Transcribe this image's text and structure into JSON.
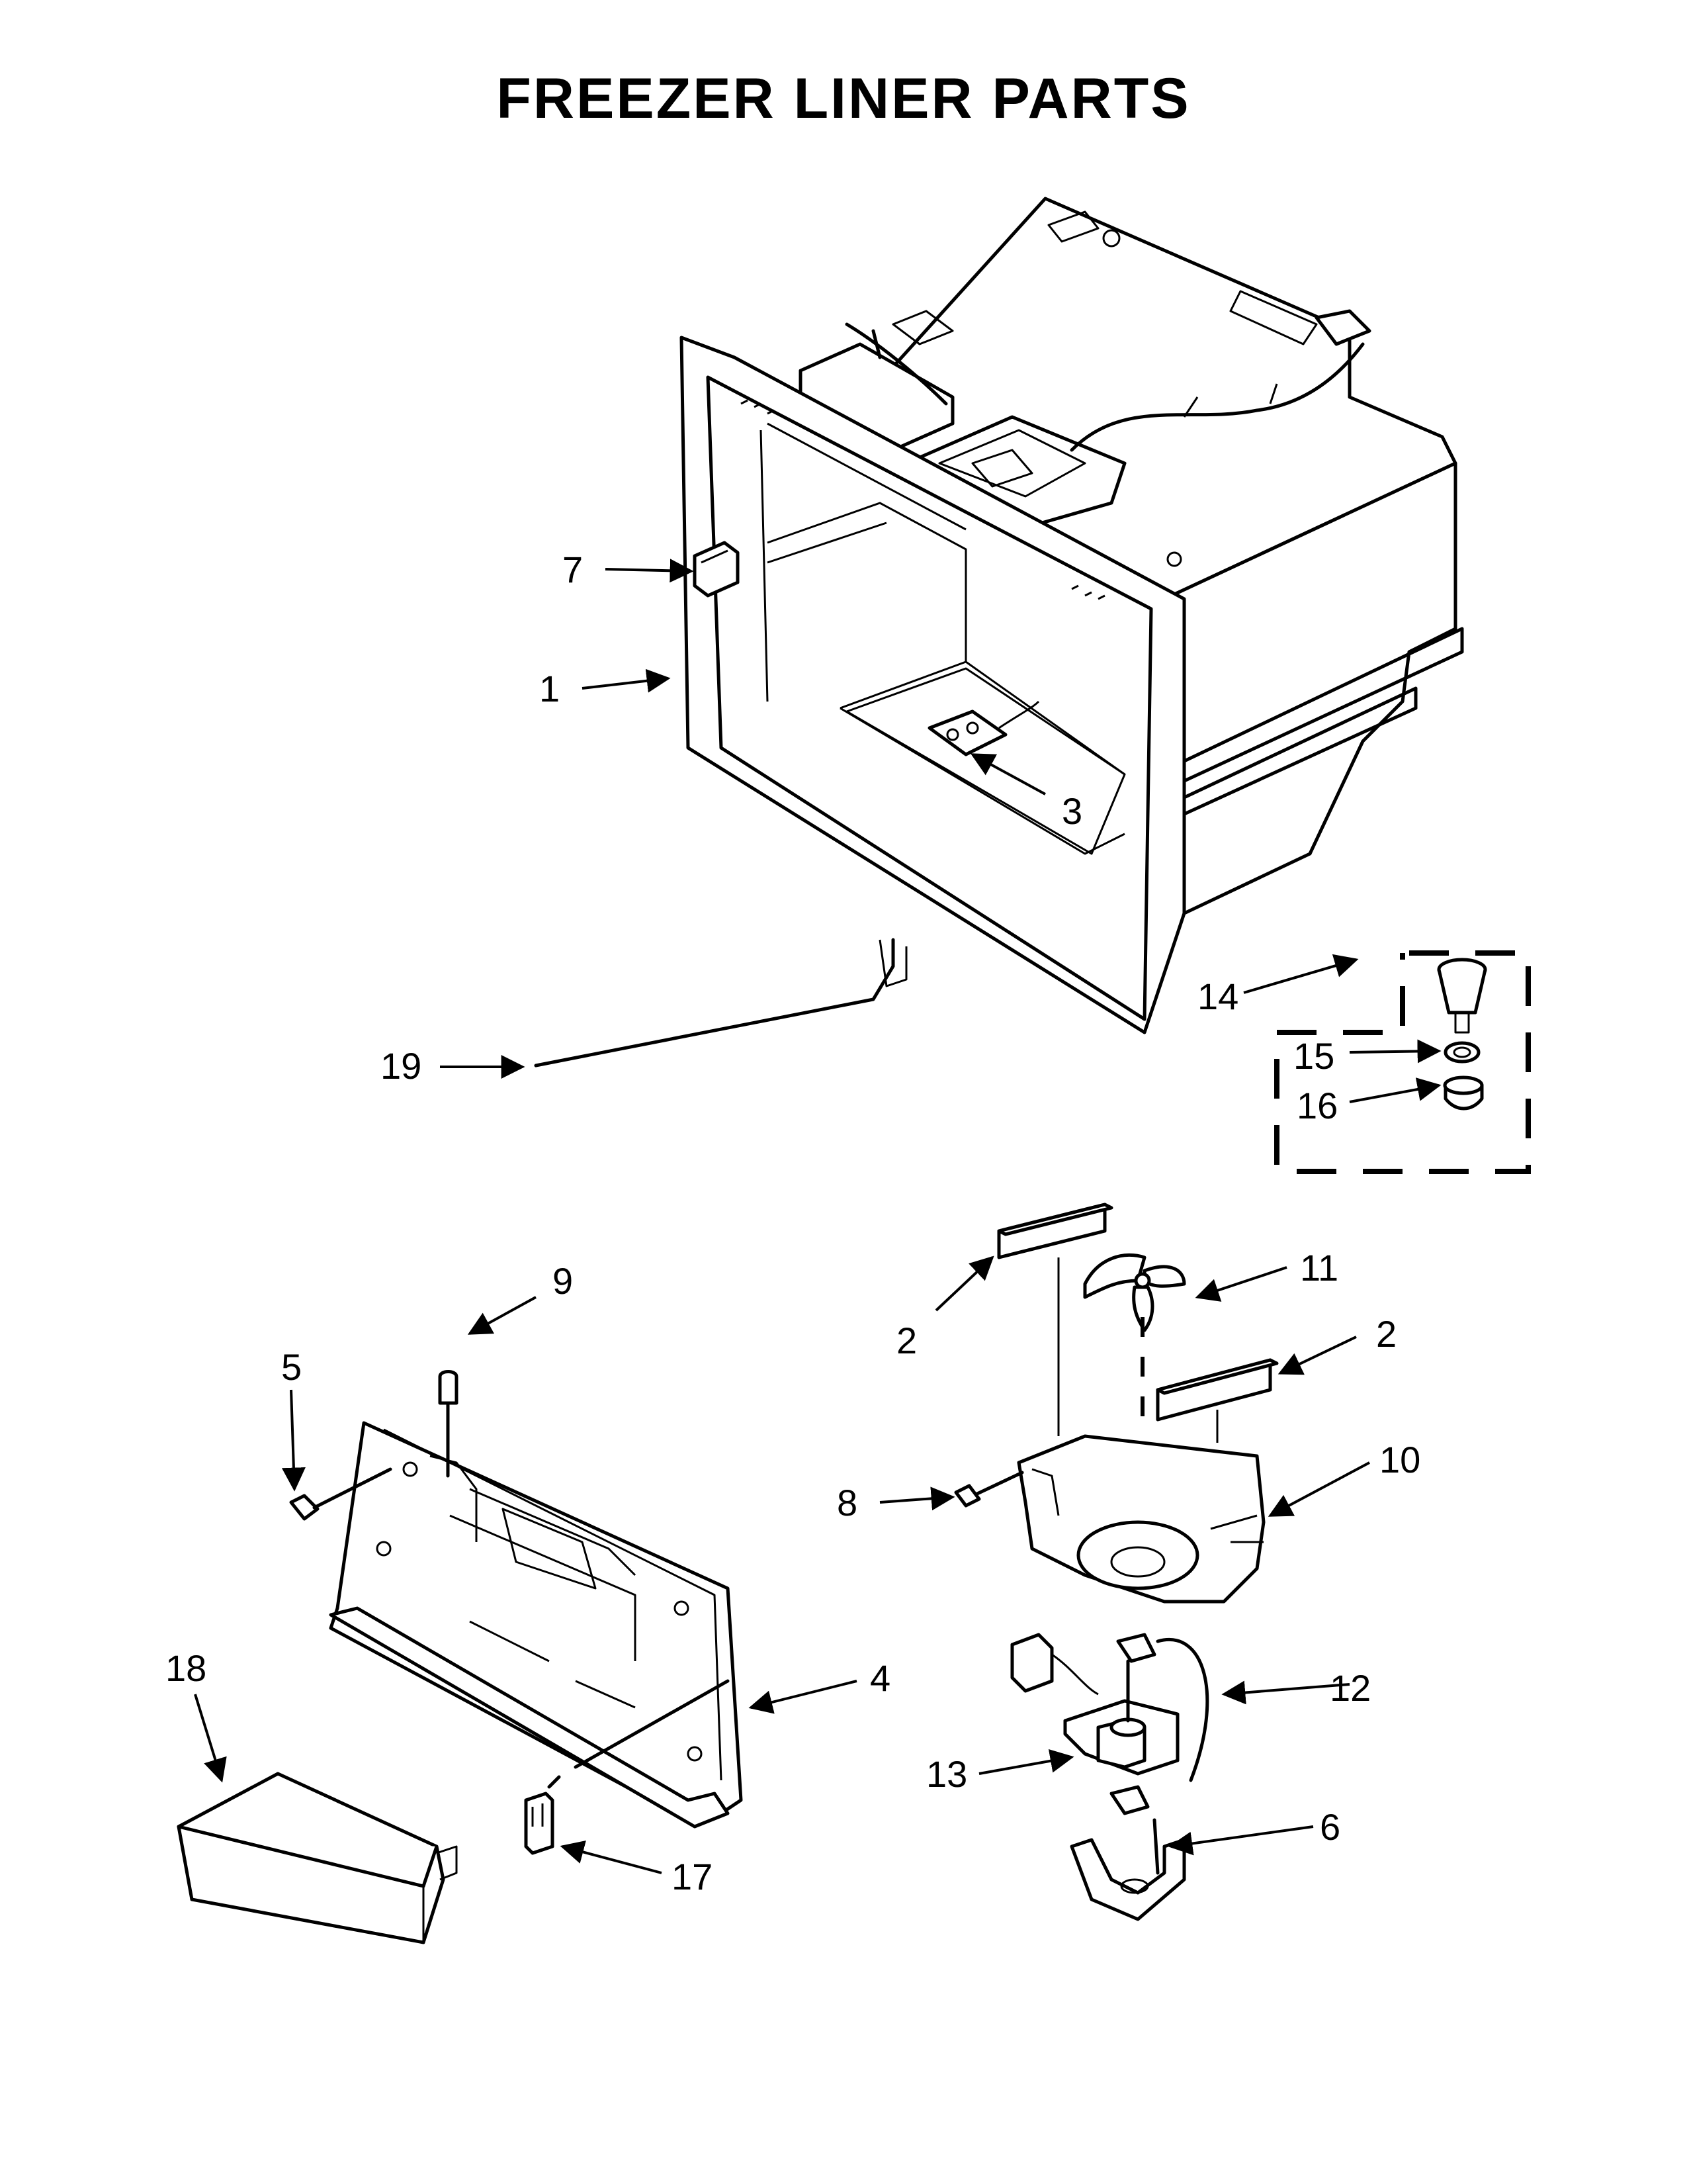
{
  "title": "FREEZER LINER PARTS",
  "callouts": [
    "1",
    "2",
    "2",
    "3",
    "4",
    "5",
    "6",
    "7",
    "8",
    "9",
    "10",
    "11",
    "12",
    "13",
    "14",
    "15",
    "16",
    "17",
    "18",
    "19"
  ],
  "callout_by_part": {
    "liner": "1",
    "filter_left": "2",
    "filter_right": "2",
    "damper": "3",
    "cover": "4",
    "screw_left": "5",
    "bracket": "6",
    "switch": "7",
    "screw_right": "8",
    "thermistor": "9",
    "fan_housing": "10",
    "fan_blade": "11",
    "grommet": "12",
    "motor": "13",
    "drain_kit": "14",
    "drain_ring": "15",
    "drain_nut": "16",
    "clip": "17",
    "shield": "18",
    "wire": "19"
  }
}
